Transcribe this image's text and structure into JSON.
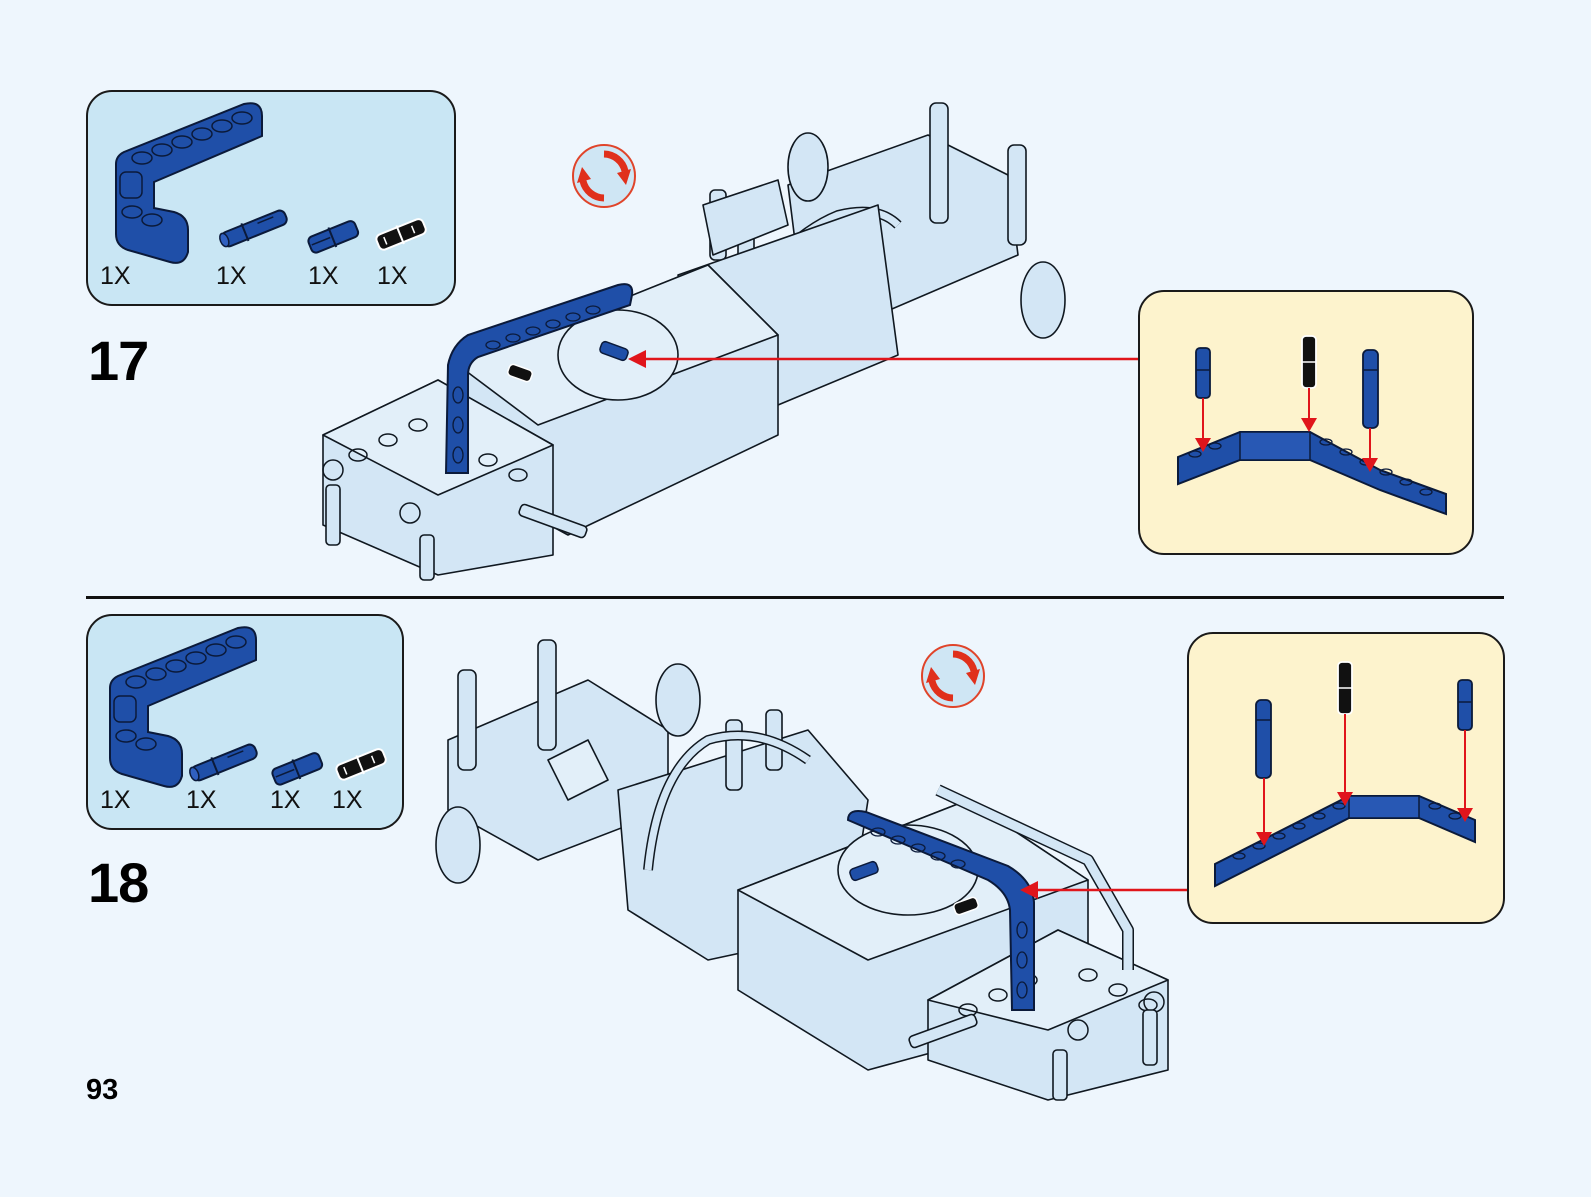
{
  "page": {
    "number": "93",
    "background_color": "#eef6fd"
  },
  "colors": {
    "part_blue": "#1f4fa8",
    "arrow_red": "#e0151b",
    "parts_box_bg": "#c9e6f4",
    "callout_bg": "#fdf3cd",
    "model_light": "#d3e6f5"
  },
  "steps": [
    {
      "number": "17",
      "parts": [
        {
          "icon": "l-beam-icon",
          "qty": "1X"
        },
        {
          "icon": "long-pin-icon",
          "qty": "1X"
        },
        {
          "icon": "axle-pin-icon",
          "qty": "1X"
        },
        {
          "icon": "friction-pin-icon",
          "qty": "1X"
        }
      ],
      "rotate_icon": "rotate-model-icon"
    },
    {
      "number": "18",
      "parts": [
        {
          "icon": "l-beam-icon",
          "qty": "1X"
        },
        {
          "icon": "long-pin-icon",
          "qty": "1X"
        },
        {
          "icon": "axle-pin-icon",
          "qty": "1X"
        },
        {
          "icon": "friction-pin-icon",
          "qty": "1X"
        }
      ],
      "rotate_icon": "rotate-model-icon"
    }
  ]
}
